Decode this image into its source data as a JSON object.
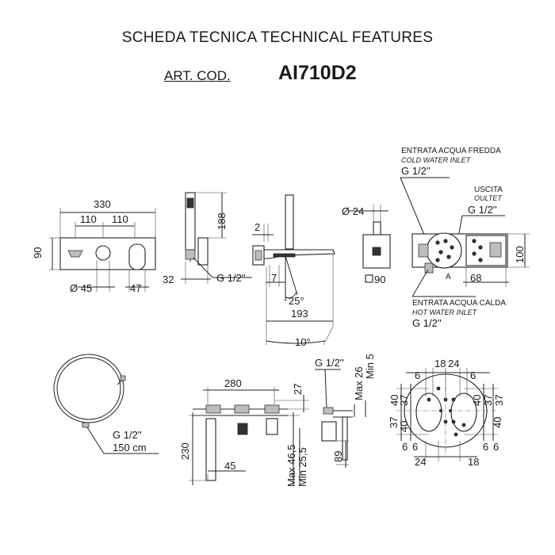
{
  "header": {
    "title": "SCHEDA TECNICA   TECHNICAL FEATURES",
    "art_label": "ART. COD.",
    "art_code": "AI710D2"
  },
  "front_view": {
    "width": "330",
    "spacing_left": "110",
    "spacing_right": "110",
    "height": "90",
    "diameter": "Ø 45",
    "depth": "47"
  },
  "shower_side": {
    "height": "188",
    "offset": "32",
    "thread": "G 1/2''"
  },
  "spout_side": {
    "offset": "2",
    "gap": "7",
    "angle": "25°",
    "reach": "193",
    "angle_bottom": "10°"
  },
  "holder": {
    "diameter": "Ø 24",
    "square": "90"
  },
  "back_view": {
    "cold_it": "ENTRATA ACQUA FREDDA",
    "cold_en": "COLD WATER INLET",
    "cold_thread": "G 1/2''",
    "out_it": "USCITA",
    "out_en": "OULTET",
    "out_thread": "G 1/2''",
    "hot_it": "ENTRATA ACQUA CALDA",
    "hot_en": "HOT WATER INLET",
    "hot_thread": "G 1/2''",
    "height": "100",
    "width": "68",
    "marker": "A"
  },
  "hose": {
    "thread": "G 1/2''",
    "length": "150 cm"
  },
  "installation": {
    "width": "280",
    "top": "27",
    "height": "230",
    "spout_offset": "45",
    "depth_max": "Max 46,5",
    "depth_min": "Min 25,5"
  },
  "outlet_side": {
    "thread": "G 1/2''",
    "max": "Max 26",
    "min": "Min 5",
    "height": "89"
  },
  "mounting_plate": {
    "top": [
      "6",
      "18",
      "24",
      "6"
    ],
    "left": [
      "40",
      "37"
    ],
    "right": [
      "37",
      "40"
    ],
    "left_lower": [
      "37",
      "40"
    ],
    "right_upper": [
      "40",
      "37"
    ],
    "side_marks": [
      "6",
      "6",
      "6",
      "6"
    ],
    "bottom": [
      "24",
      "18"
    ]
  }
}
